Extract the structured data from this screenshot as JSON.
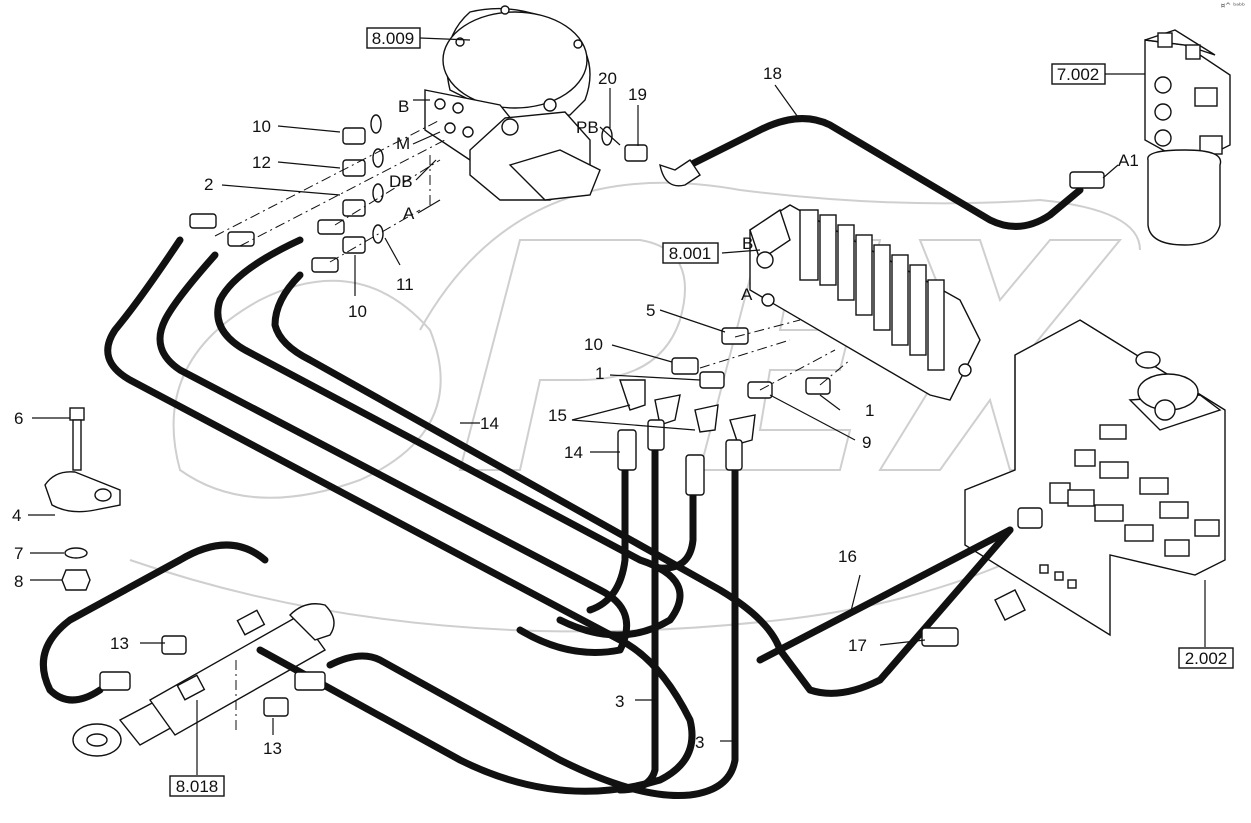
{
  "corner_mark": "¤^ ᵇᵃᵇᵇ",
  "watermark_text": "OPEX",
  "ref_boxes": [
    {
      "id": "ref-8009",
      "text": "8.009"
    },
    {
      "id": "ref-7002",
      "text": "7.002"
    },
    {
      "id": "ref-8001",
      "text": "8.001"
    },
    {
      "id": "ref-2002",
      "text": "2.002"
    },
    {
      "id": "ref-8018",
      "text": "8.018"
    }
  ],
  "port_labels": [
    "B",
    "M",
    "DB",
    "A",
    "PB",
    "A1",
    "B",
    "A"
  ],
  "callouts": [
    "10",
    "12",
    "2",
    "10",
    "11",
    "20",
    "19",
    "18",
    "5",
    "10",
    "1",
    "15",
    "14",
    "1",
    "9",
    "14",
    "6",
    "4",
    "7",
    "8",
    "16",
    "17",
    "13",
    "13",
    "3",
    "3"
  ]
}
